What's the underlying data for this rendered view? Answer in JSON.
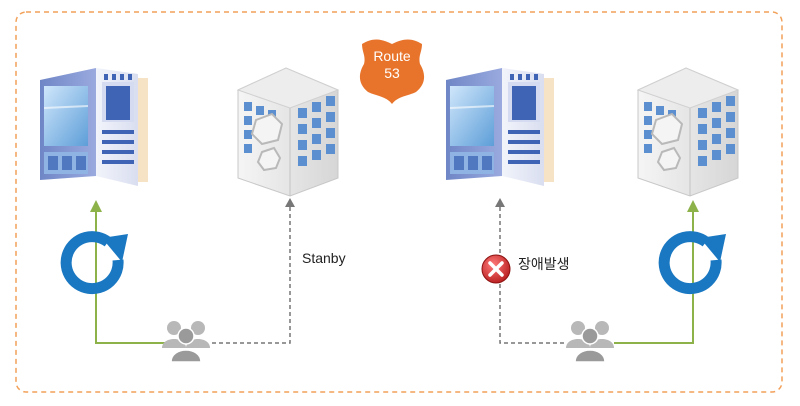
{
  "route53": {
    "line1": "Route",
    "line2": "53"
  },
  "scenario_normal": {
    "standby_label": "Stanby"
  },
  "scenario_failure": {
    "failure_label": "장애발생"
  },
  "colors": {
    "frame_border": "#f2a15a",
    "route53_badge": "#e8742b",
    "active_path": "#8db24a",
    "standby_path": "#777777",
    "failover_arrow": "#1a78c2",
    "error_icon": "#c62828",
    "users": "#a3a3a3"
  },
  "icons": [
    "primary-server-icon",
    "backup-server-icon",
    "route53-shield-icon",
    "failover-arrow-icon",
    "users-icon",
    "error-icon"
  ]
}
